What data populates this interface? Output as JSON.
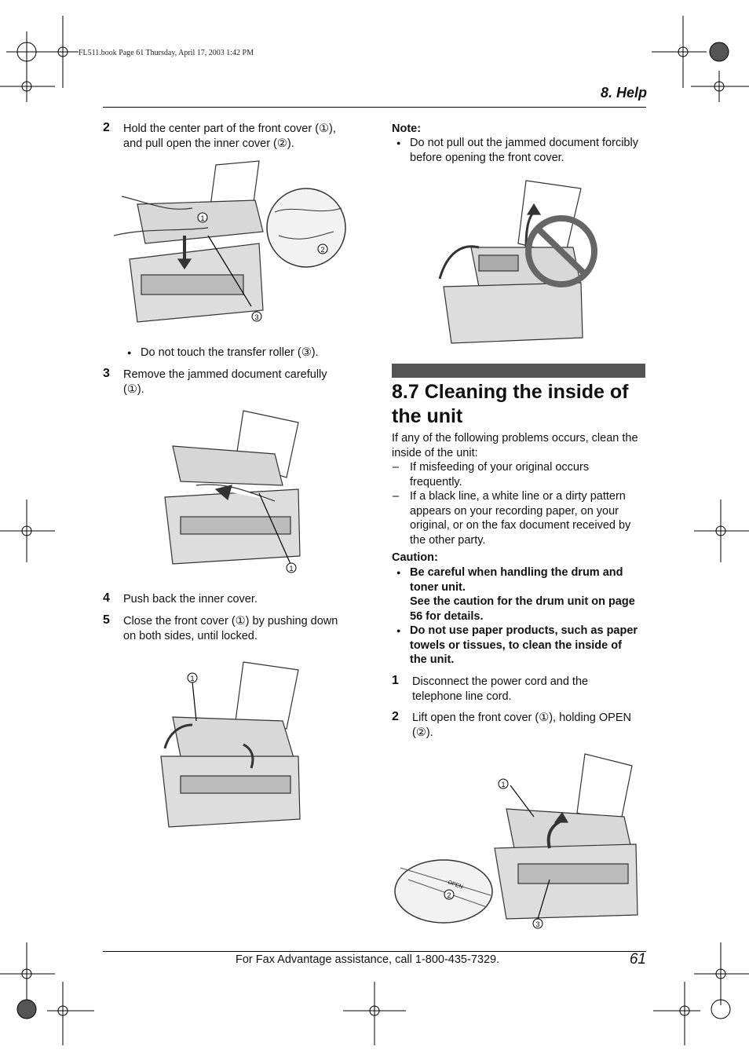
{
  "print_info": "FL511.book  Page 61  Thursday, April 17, 2003  1:42 PM",
  "header": {
    "title": "8. Help"
  },
  "left": {
    "step2": {
      "num": "2",
      "text1": "Hold the center part of the front cover (①),",
      "text2": "and pull open the inner cover (②)."
    },
    "bullet_roller": "Do not touch the transfer roller (③).",
    "step3": {
      "num": "3",
      "text1": "Remove the jammed document carefully",
      "text2": "(①)."
    },
    "step4": {
      "num": "4",
      "text": "Push back the inner cover."
    },
    "step5": {
      "num": "5",
      "text1": "Close the front cover (①) by pushing down",
      "text2": "on both sides, until locked."
    }
  },
  "right": {
    "note_label": "Note:",
    "note_text1": "Do not pull out the jammed document forcibly",
    "note_text2": "before opening the front cover.",
    "section_title1": "8.7 Cleaning the inside of",
    "section_title2": "the unit",
    "intro1": "If any of the following problems occurs, clean the",
    "intro2": "inside of the unit:",
    "dash1_1": "If misfeeding of your original occurs",
    "dash1_2": "frequently.",
    "dash2_1": "If a black line, a white line or a dirty pattern",
    "dash2_2": "appears on your recording paper, on your",
    "dash2_3": "original, or on the fax document received by",
    "dash2_4": "the other party.",
    "caution_label": "Caution:",
    "caution1_1": "Be careful when handling the drum and",
    "caution1_2": "toner unit.",
    "caution1_3": "See the caution for the drum unit on page",
    "caution1_4": "56 for details.",
    "caution2_1": "Do not use paper products, such as paper",
    "caution2_2": "towels or tissues, to clean the inside of",
    "caution2_3": "the unit.",
    "step1": {
      "num": "1",
      "text1": "Disconnect the power cord and the",
      "text2": "telephone line cord."
    },
    "step2": {
      "num": "2",
      "text1": "Lift open the front cover (①), holding OPEN",
      "text2": "(②)."
    }
  },
  "figures": {
    "callout_1": "1",
    "callout_2": "2",
    "callout_3": "3",
    "open_label": "OPEN"
  },
  "footer": {
    "text": "For Fax Advantage assistance, call 1-800-435-7329.",
    "page_number": "61"
  }
}
